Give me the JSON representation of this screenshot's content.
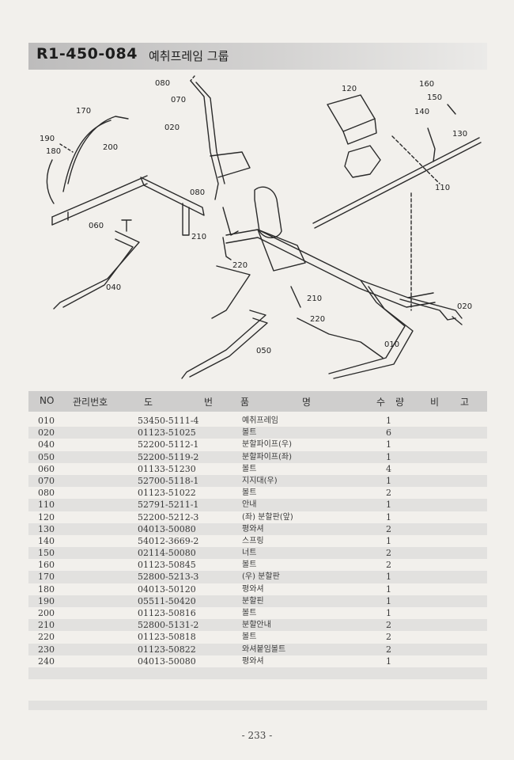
{
  "header": {
    "code": "R1-450-084",
    "title": "예취프레임 그룹"
  },
  "diagram": {
    "callouts": [
      "080",
      "070",
      "170",
      "020",
      "190",
      "180",
      "200",
      "120",
      "160",
      "150",
      "140",
      "130",
      "110",
      "080",
      "060",
      "210",
      "220",
      "040",
      "210",
      "220",
      "050",
      "020",
      "010"
    ]
  },
  "table": {
    "headers": {
      "no": "NO",
      "mgmt": "관리번호",
      "do": "도",
      "beon": "번",
      "pum": "품",
      "myeong": "명",
      "su": "수",
      "ryang": "량",
      "bi": "비",
      "go": "고"
    },
    "rows": [
      {
        "no": "010",
        "part": "53450-5111-4",
        "name": "예취프레임",
        "qty": "1"
      },
      {
        "no": "020",
        "part": "01123-51025",
        "name": "볼트",
        "qty": "6"
      },
      {
        "no": "040",
        "part": "52200-5112-1",
        "name": "분할파이프(우)",
        "qty": "1"
      },
      {
        "no": "050",
        "part": "52200-5119-2",
        "name": "분할파이프(좌)",
        "qty": "1"
      },
      {
        "no": "060",
        "part": "01133-51230",
        "name": "볼트",
        "qty": "4"
      },
      {
        "no": "070",
        "part": "52700-5118-1",
        "name": "지지대(우)",
        "qty": "1"
      },
      {
        "no": "080",
        "part": "01123-51022",
        "name": "볼트",
        "qty": "2"
      },
      {
        "no": "110",
        "part": "52791-5211-1",
        "name": "안내",
        "qty": "1"
      },
      {
        "no": "120",
        "part": "52200-5212-3",
        "name": "(좌) 분할판(앞)",
        "qty": "1"
      },
      {
        "no": "130",
        "part": "04013-50080",
        "name": "평와셔",
        "qty": "2"
      },
      {
        "no": "140",
        "part": "54012-3669-2",
        "name": "스프링",
        "qty": "1"
      },
      {
        "no": "150",
        "part": "02114-50080",
        "name": "너트",
        "qty": "2"
      },
      {
        "no": "160",
        "part": "01123-50845",
        "name": "볼트",
        "qty": "2"
      },
      {
        "no": "170",
        "part": "52800-5213-3",
        "name": "(우) 분할판",
        "qty": "1"
      },
      {
        "no": "180",
        "part": "04013-50120",
        "name": "평와셔",
        "qty": "1"
      },
      {
        "no": "190",
        "part": "05511-50420",
        "name": "분할핀",
        "qty": "1"
      },
      {
        "no": "200",
        "part": "01123-50816",
        "name": "볼트",
        "qty": "1"
      },
      {
        "no": "210",
        "part": "52800-5131-2",
        "name": "분할안내",
        "qty": "2"
      },
      {
        "no": "220",
        "part": "01123-50818",
        "name": "볼트",
        "qty": "2"
      },
      {
        "no": "230",
        "part": "01123-50822",
        "name": "와셔붙임볼트",
        "qty": "2"
      },
      {
        "no": "240",
        "part": "04013-50080",
        "name": "평와셔",
        "qty": "1"
      }
    ]
  },
  "footer": {
    "page_number": "- 233 -"
  }
}
